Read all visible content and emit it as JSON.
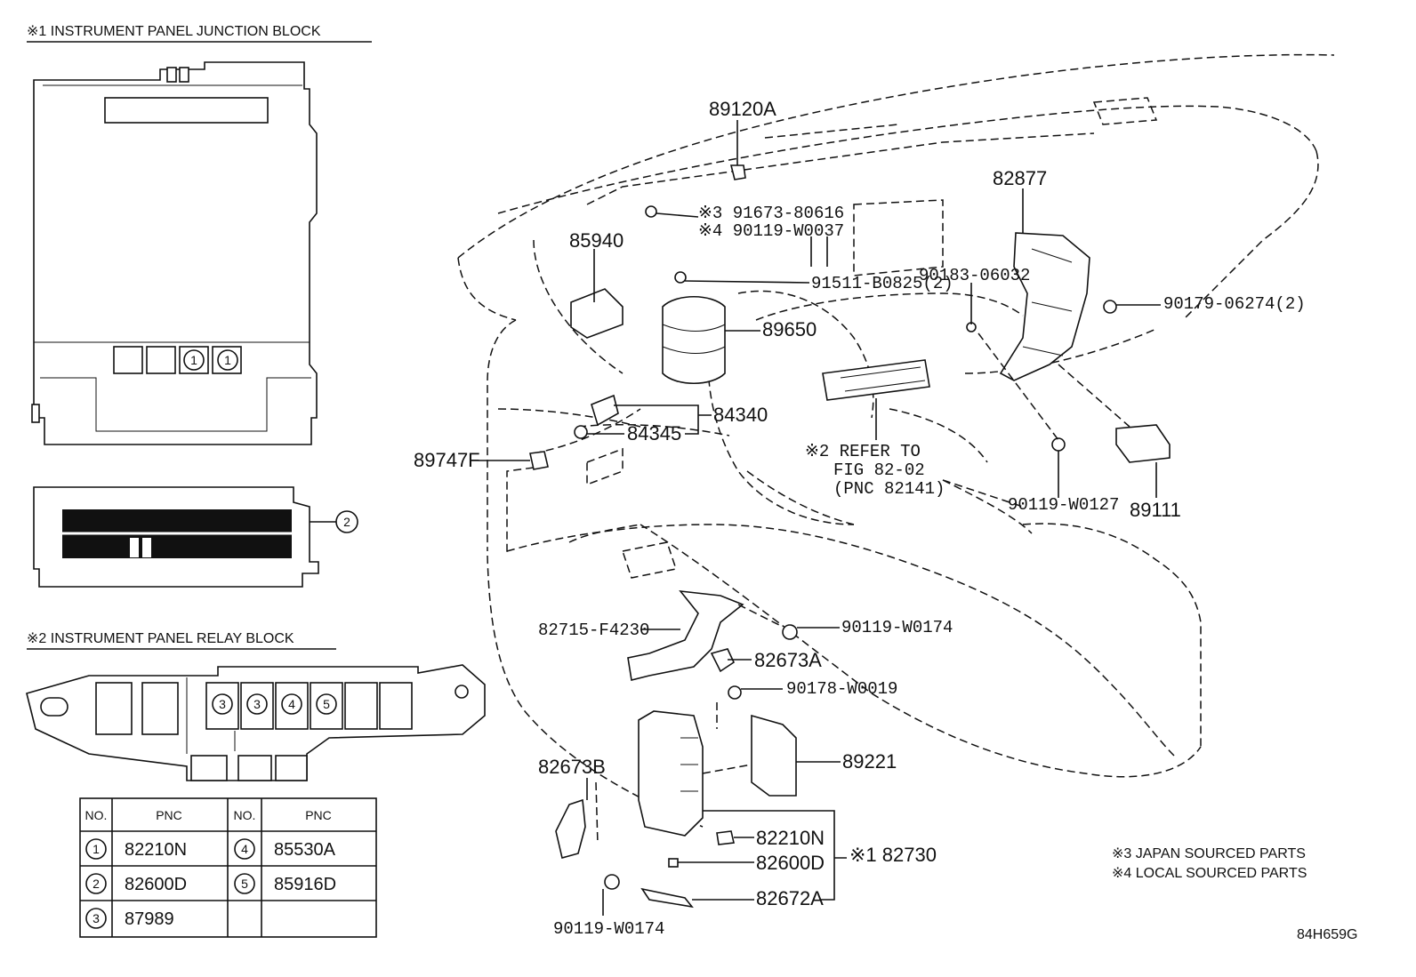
{
  "headers": {
    "junction_block": "※1 INSTRUMENT PANEL JUNCTION BLOCK",
    "relay_block": "※2 INSTRUMENT PANEL RELAY BLOCK"
  },
  "circle_marks": {
    "jb_a": "1",
    "jb_b": "1",
    "jb_c": "2",
    "rb_a": "3",
    "rb_b": "3",
    "rb_c": "4",
    "rb_d": "5"
  },
  "table": {
    "header": [
      "NO.",
      "PNC",
      "NO.",
      "PNC"
    ],
    "rows": [
      {
        "no_a": "1",
        "pnc_a": "82210N",
        "no_b": "4",
        "pnc_b": "85530A"
      },
      {
        "no_a": "2",
        "pnc_a": "82600D",
        "no_b": "5",
        "pnc_b": "85916D"
      },
      {
        "no_a": "3",
        "pnc_a": "87989",
        "no_b": "",
        "pnc_b": ""
      }
    ]
  },
  "callouts": {
    "p89120a": "89120A",
    "p82877": "82877",
    "p91673": "※3 91673-80616",
    "p90119_w0037": "※4 90119-W0037",
    "p85940": "85940",
    "p91511": "91511-B0825(2)",
    "p90183": "90183-06032",
    "p90179": "90179-06274(2)",
    "p89650": "89650",
    "p84340": "84340",
    "p84345": "84345",
    "p89747f": "89747F",
    "refer_1": "※2 REFER TO",
    "refer_2": "FIG 82-02",
    "refer_3": "(PNC 82141)",
    "p90119_w0127": "90119-W0127",
    "p89111": "89111",
    "p82715": "82715-F4230",
    "p90119_w0174a": "90119-W0174",
    "p82673a": "82673A",
    "p90178": "90178-W0019",
    "p89221": "89221",
    "p82673b": "82673B",
    "p82210n": "82210N",
    "p82730": "※1 82730",
    "p82600d": "82600D",
    "p82672a": "82672A",
    "p90119_w0174b": "90119-W0174"
  },
  "notes": {
    "japan": "※3 JAPAN SOURCED PARTS",
    "local": "※4 LOCAL SOURCED PARTS"
  },
  "figure_id": "84H659G"
}
